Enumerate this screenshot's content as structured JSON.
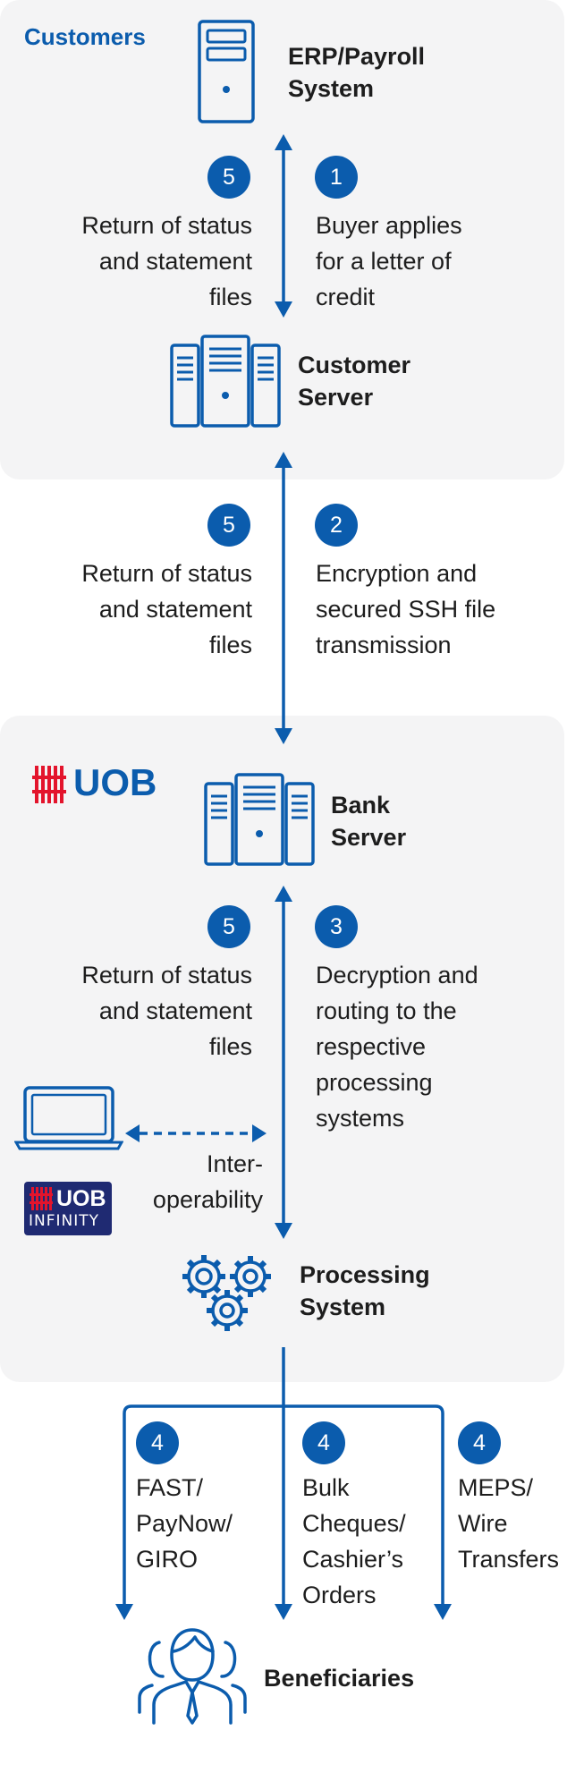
{
  "customers_label": "Customers",
  "nodes": {
    "erp": "ERP/Payroll System",
    "customer_server": "Customer Server",
    "bank_server": "Bank Server",
    "processing": "Processing System",
    "beneficiaries": "Beneficiaries"
  },
  "steps": {
    "step1_number": "1",
    "step1_text": "Buyer applies for a letter of credit",
    "step2_number": "2",
    "step2_text": "Encryption and secured SSH file transmission",
    "step3_number": "3",
    "step3_text": "Decryption and routing to the respective processing systems",
    "step5_number": "5",
    "step5_text": "Return of status and statement files"
  },
  "interop": "Inter-operability",
  "uob_logo_text": "UOB",
  "uob_infinity_uob": "UOB",
  "uob_infinity_text": "INFINITY",
  "payments": [
    {
      "number": "4",
      "label": "FAST/ PayNow/ GIRO"
    },
    {
      "number": "4",
      "label": "Bulk Cheques/ Cashier’s Orders"
    },
    {
      "number": "4",
      "label": "MEPS/ Wire Transfers"
    }
  ],
  "colors": {
    "accent": "#0b5cad",
    "panel": "#f4f4f5",
    "uob_red": "#e3142c",
    "infinity_navy": "#1f2a72"
  }
}
